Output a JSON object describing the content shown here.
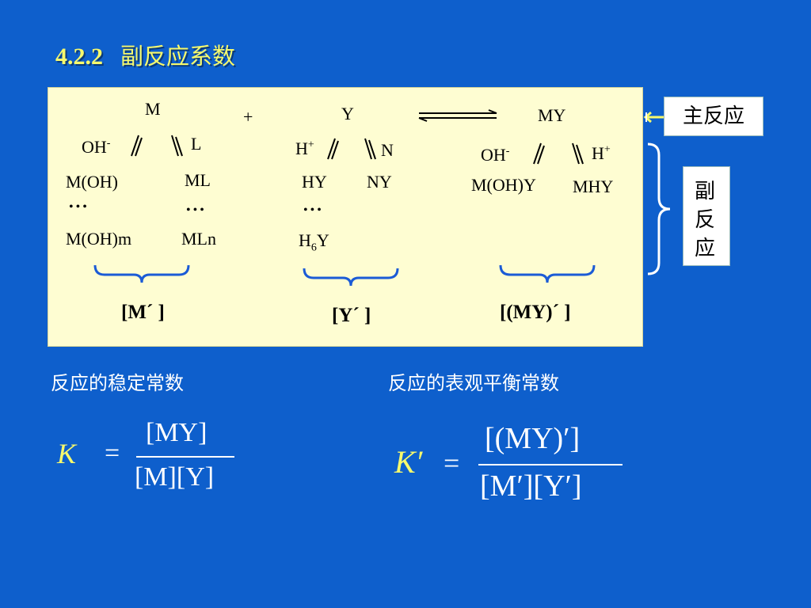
{
  "title": {
    "number": "4.2.2",
    "text": "副反应系数"
  },
  "main_reaction": {
    "M": "M",
    "plus": "+",
    "Y": "Y",
    "MY": "MY",
    "label": "主反应"
  },
  "side_reactions": {
    "label_chars": [
      "副",
      "反",
      "应"
    ],
    "metal": {
      "oh": "OH",
      "oh_sup": "-",
      "l": "L",
      "m_oh": "M(OH)",
      "ml": "ML",
      "dots1": "•••",
      "dots2": "•••",
      "m_ohm": "M(OH)m",
      "mln": "MLn",
      "group_label": "[M´ ]"
    },
    "ligand": {
      "h": "H",
      "h_sup": "+",
      "n": "N",
      "hy": "HY",
      "ny": "NY",
      "dots": "•••",
      "h6y_pre": "H",
      "h6y_sub": "6",
      "h6y_post": "Y",
      "group_label": "[Y´ ]"
    },
    "complex": {
      "oh": "OH",
      "oh_sup": "-",
      "h": "H",
      "h_sup": "+",
      "m_ohy": "M(OH)Y",
      "mhy": "MHY",
      "group_label": "[(MY)´ ]"
    }
  },
  "captions": {
    "stability": "反应的稳定常数",
    "apparent": "反应的表观平衡常数"
  },
  "equations": {
    "k": {
      "lhs": "K",
      "eq": "=",
      "num": "[MY]",
      "den": "[M][Y]"
    },
    "kprime": {
      "lhs": "K′",
      "eq": "=",
      "num": "[(MY)′]",
      "den": "[M′][Y′]"
    }
  },
  "colors": {
    "background": "#0e5fcc",
    "title": "#f6f96d",
    "panel": "#fefdd2",
    "brace": "#1b5bd6"
  }
}
